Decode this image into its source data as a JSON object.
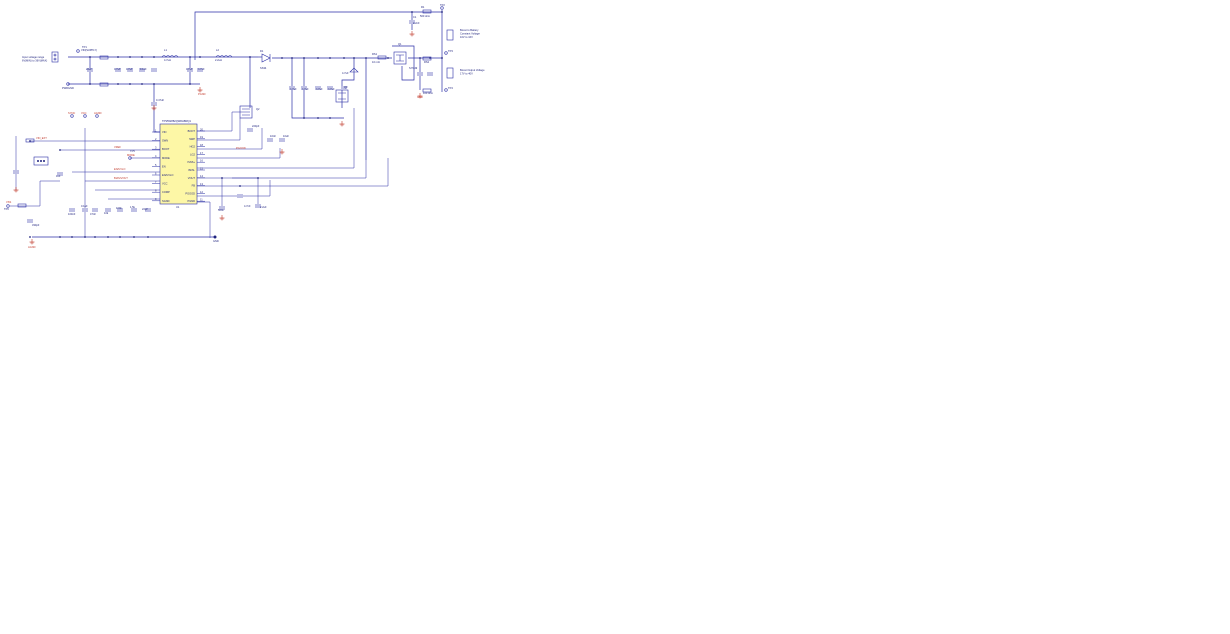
{
  "labels": {
    "input_range_1": "Input voltage range",
    "input_range_2": "6V(MIN) to 36V(MAX)",
    "vin_supply": "VIN(SUPPLY)",
    "pwrgnd": "PWRGND",
    "batt_1": "Boost to Battery",
    "batt_2": "Constant Voltage",
    "batt_3": "10V to 16V",
    "out_1": "Boost Output Voltage",
    "out_2": "17V to 40V",
    "sync": "SYNC",
    "mode": "MODE",
    "en_uvlo": "EN/UVLO",
    "bias_vout": "BIAS/VOUT",
    "vcc": "VCC",
    "agnd": "AGND",
    "pgood": "PGOOD",
    "vin_ext": "VIN_EXT",
    "vref": "VREF",
    "vss": "VSS"
  },
  "chip": {
    "title": "TPS552882QWRHBRQ1",
    "refdes": "U1",
    "left_pins": [
      "VIN",
      "SWN",
      "BOOT",
      "MODE",
      "EN",
      "EN/UVLO",
      "VCC",
      "COMP",
      "SGND"
    ],
    "left_nums": [
      "1",
      "2",
      "3",
      "4",
      "5",
      "6",
      "7",
      "8",
      "9"
    ],
    "right_pins": [
      "BOOT",
      "SWP",
      "HG2",
      "LG2",
      "ISNS+",
      "ISNS-",
      "VOUT",
      "FB",
      "PGOOD",
      "PGND"
    ],
    "right_nums": [
      "20",
      "19",
      "18",
      "17",
      "16",
      "15",
      "14",
      "13",
      "12",
      "11"
    ]
  },
  "parts": {
    "r_top": "R1",
    "r_top_val": "500 ohm",
    "c_top": "C1",
    "c_top_val": "2.2nF",
    "l1": "L1",
    "l1_val": "4.7uH",
    "l2": "L2",
    "l2_val": "2.2uH",
    "d1": "D1",
    "d1_val": "SS34",
    "q1": "Q1",
    "q1_val": "SI7149",
    "q2": "Q2",
    "q3": "Q3",
    "c_in": [
      "22uF",
      "4.7uF",
      "4.7uF",
      "0.1uF"
    ],
    "c_mid": [
      "4.7uF",
      "4.7uF"
    ],
    "c_out": [
      "4.7uF",
      "4.7uF",
      "4.7uF",
      "4.7uF",
      "4.7uF"
    ],
    "r_sense": "RS1",
    "r_sense_val": "10 mΩ",
    "r_s2": "RS2",
    "r_s2_val": "100 ohm",
    "tp_names": [
      "TP1",
      "TP2",
      "TP3",
      "TP4",
      "TP5",
      "TP6"
    ],
    "vals": [
      "1uF",
      "100nF",
      "0.1uF",
      "47nF",
      "10k",
      "100k",
      "1.5k",
      "22pF",
      "330pF",
      "56nF",
      "4.7nF",
      "2.2uF",
      "0.47uF",
      "10nF",
      "10uF",
      "220pF"
    ]
  },
  "gnd_labels": [
    "GND",
    "PGND",
    "AGND",
    "GND"
  ],
  "colors": {
    "wire": "#2b2fa6",
    "chip_fill": "#fdf7a6",
    "ground": "#c0392b",
    "text": "#1f237e"
  }
}
